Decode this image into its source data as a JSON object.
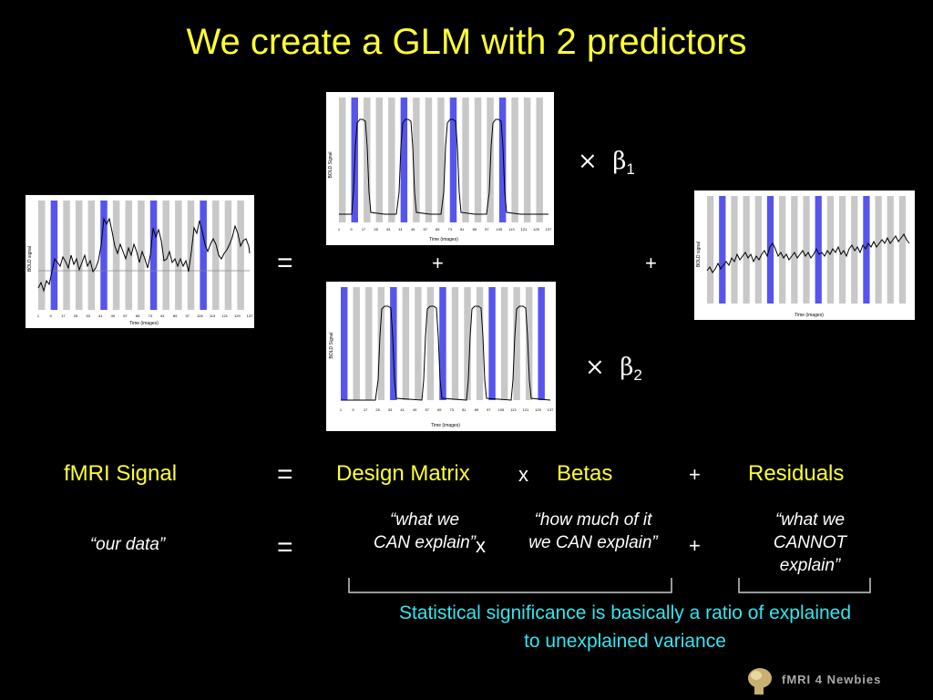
{
  "title": "We create a GLM with 2 predictors",
  "plots": {
    "ylabel_data": "BOLD signal",
    "ylabel_pred": "BOLD Signal",
    "ylabel_resid": "BOLD signal",
    "xlabel": "Time (images)",
    "ticks": [
      "1",
      "9",
      "17",
      "25",
      "33",
      "41",
      "49",
      "57",
      "65",
      "73",
      "81",
      "89",
      "97",
      "105",
      "113",
      "121",
      "129",
      "137"
    ]
  },
  "top": {
    "equals": "=",
    "plus1": "+",
    "plus2": "+",
    "times1": "×",
    "beta_symbol": "β",
    "beta1_sub": "1",
    "times2": "×",
    "beta2_sub": "2"
  },
  "row1": {
    "fmri": "fMRI Signal",
    "equals": "=",
    "design": "Design Matrix",
    "times": "x",
    "betas": "Betas",
    "plus": "+",
    "residuals": "Residuals"
  },
  "row2": {
    "our_data": "“our data”",
    "equals": "=",
    "can_explain": "“what we CAN explain”",
    "times": "x",
    "how_much": "“how much of it we CAN explain”",
    "plus": "+",
    "cannot_explain": "“what we CANNOT explain”"
  },
  "note": "Statistical significance is basically a ratio of explained to unexplained variance",
  "logo": "fMRI 4 Newbies",
  "colors": {
    "title": "#ffff33",
    "note": "#33e6f0",
    "blue_block": "#5555ee",
    "gray_block": "#c8c8c8"
  }
}
